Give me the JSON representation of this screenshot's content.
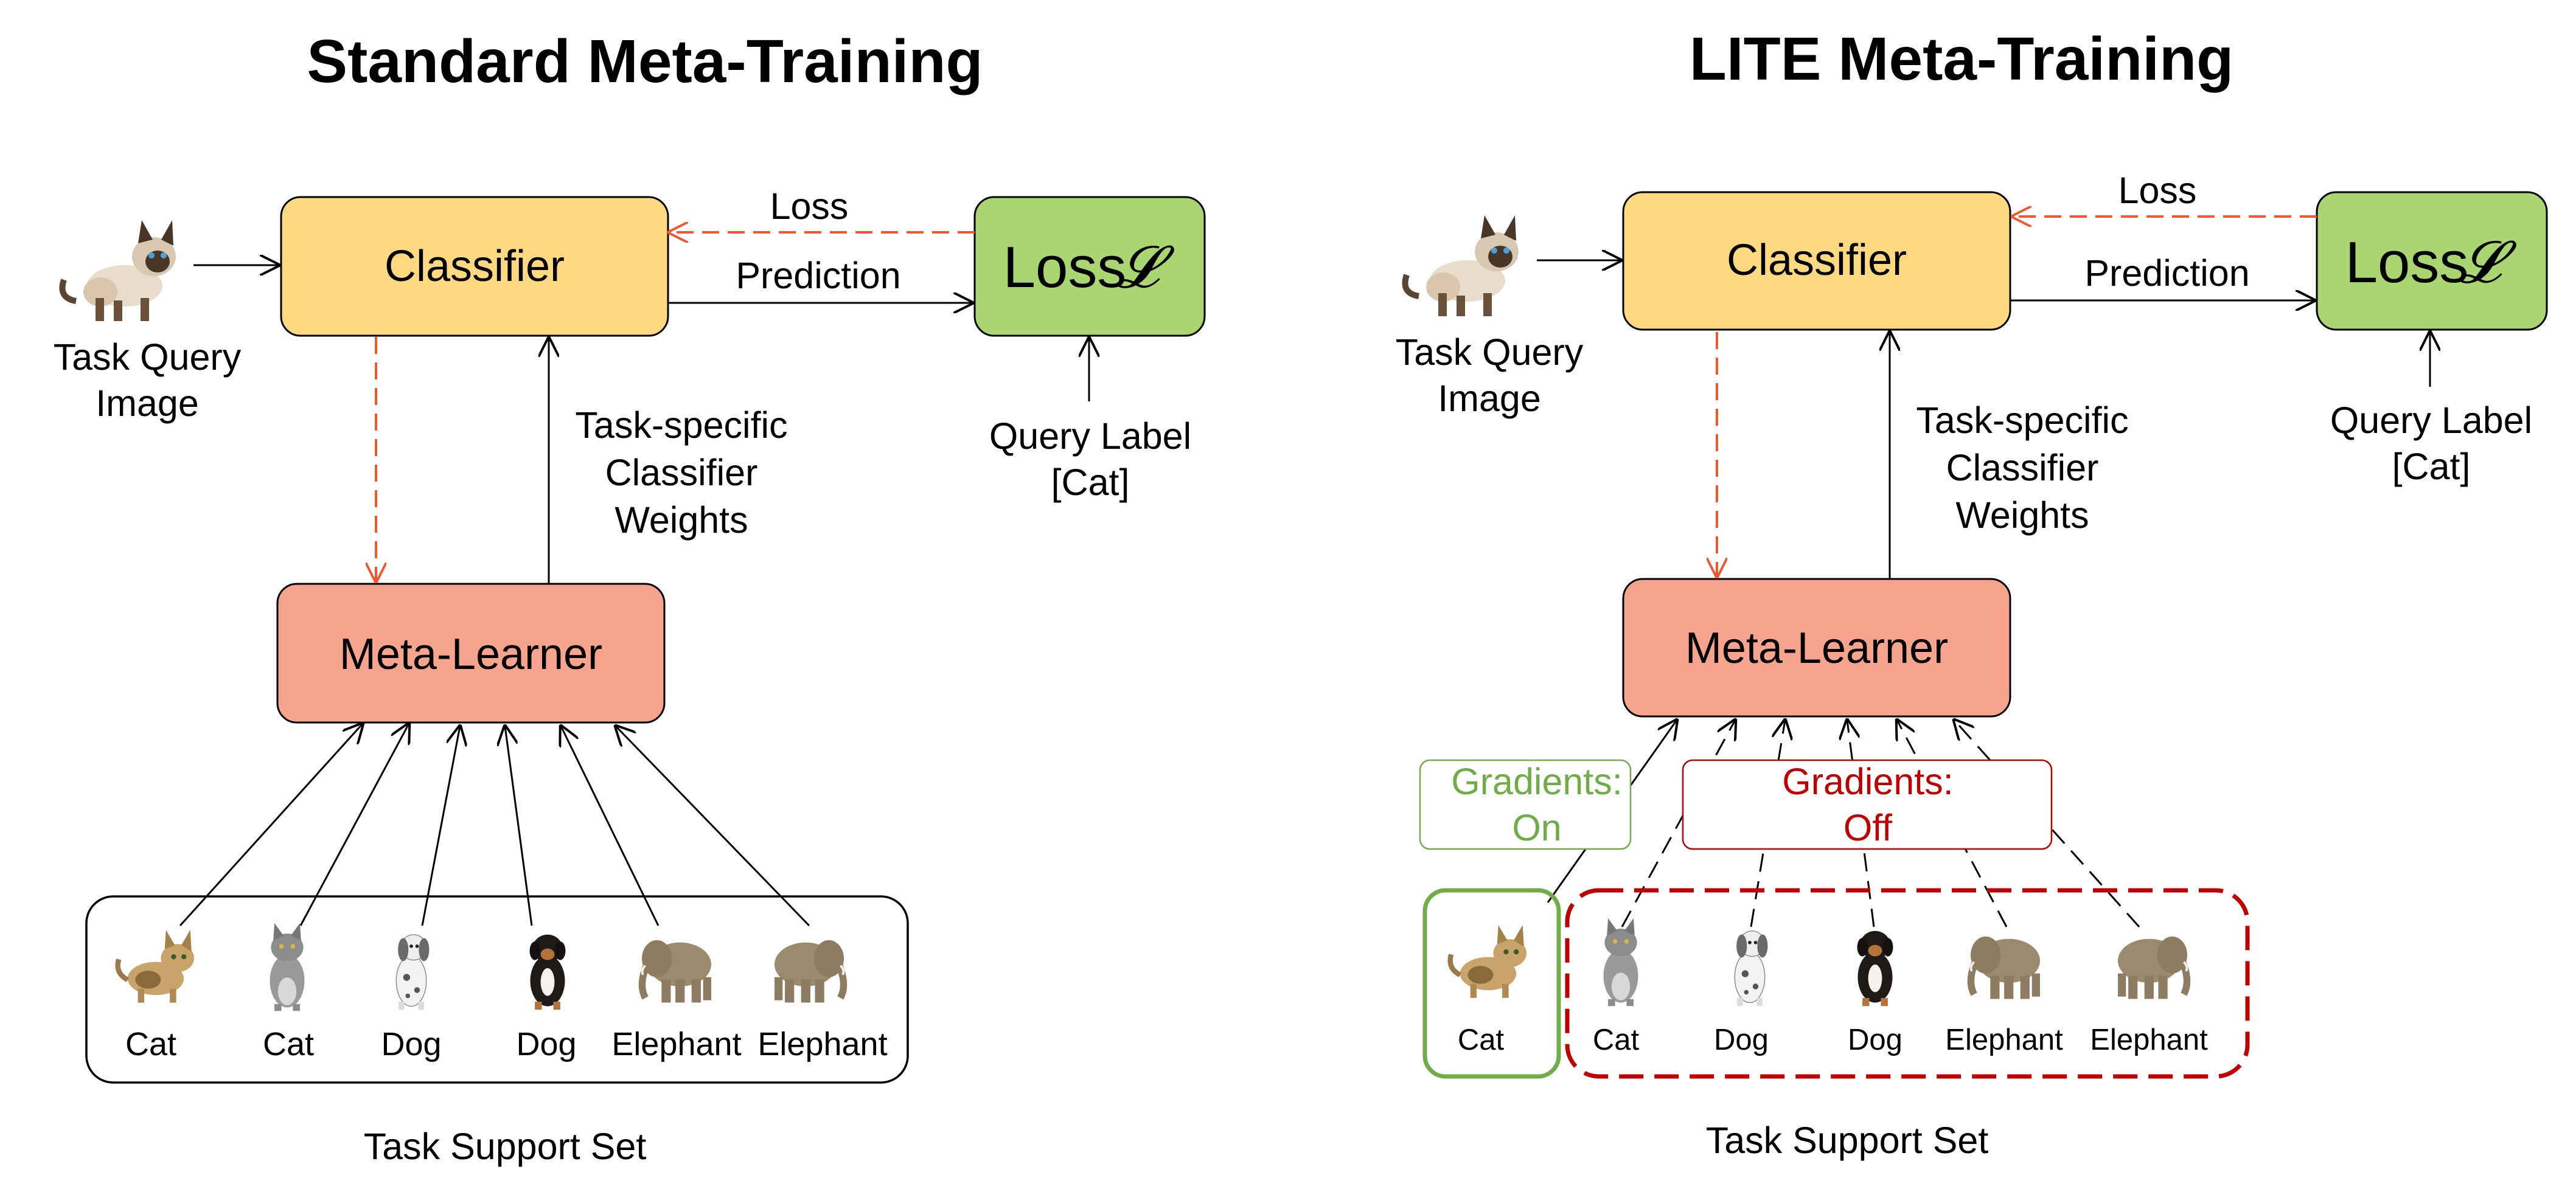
{
  "left_panel": {
    "title": "Standard Meta-Training",
    "classifier": "Classifier",
    "loss_box": "Loss",
    "loss_symbol": "𝓛",
    "meta_learner": "Meta-Learner",
    "loss_arrow": "Loss",
    "prediction_arrow": "Prediction",
    "query_image_label_1": "Task Query",
    "query_image_label_2": "Image",
    "query_label_1": "Query Label",
    "query_label_2": "[Cat]",
    "weights_label_1": "Task-specific",
    "weights_label_2": "Classifier",
    "weights_label_3": "Weights",
    "support_set": [
      "Cat",
      "Cat",
      "Dog",
      "Dog",
      "Elephant",
      "Elephant"
    ],
    "support_set_label": "Task Support Set"
  },
  "right_panel": {
    "title": "LITE Meta-Training",
    "classifier": "Classifier",
    "loss_box": "Loss",
    "loss_symbol": "𝓛",
    "meta_learner": "Meta-Learner",
    "loss_arrow": "Loss",
    "prediction_arrow": "Prediction",
    "query_image_label_1": "Task Query",
    "query_image_label_2": "Image",
    "query_label_1": "Query Label",
    "query_label_2": "[Cat]",
    "weights_label_1": "Task-specific",
    "weights_label_2": "Classifier",
    "weights_label_3": "Weights",
    "gradients_on_1": "Gradients:",
    "gradients_on_2": "On",
    "gradients_off_1": "Gradients:",
    "gradients_off_2": "Off",
    "support_set": [
      "Cat",
      "Cat",
      "Dog",
      "Dog",
      "Elephant",
      "Elephant"
    ],
    "support_set_label": "Task Support Set"
  },
  "colors": {
    "classifier_fill": "#ffd97f",
    "loss_fill": "#a9d670",
    "meta_learner_fill": "#f6a48e",
    "dashed_arrow": "#f0572f",
    "gradients_on": "#70ad47",
    "gradients_off": "#c00000"
  },
  "icons": [
    "siamese-cat-icon",
    "tabby-kitten-icon",
    "grey-cat-icon",
    "spotted-dog-icon",
    "black-dog-icon",
    "elephant-icon"
  ]
}
